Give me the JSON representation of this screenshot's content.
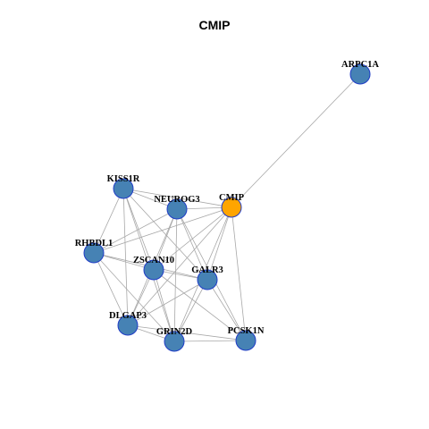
{
  "title": "CMIP",
  "colors": {
    "default_node": "#4682b4",
    "highlight_node": "#ffa500",
    "node_border": "#1f3cc6",
    "edge": "#a8a8a8"
  },
  "nodes": [
    {
      "id": "ARPC1A",
      "label": "ARPC1A",
      "highlight": false
    },
    {
      "id": "KISS1R",
      "label": "KISS1R",
      "highlight": false
    },
    {
      "id": "NEUROG3",
      "label": "NEUROG3",
      "highlight": false
    },
    {
      "id": "CMIP",
      "label": "CMIP",
      "highlight": true
    },
    {
      "id": "RHBDL1",
      "label": "RHBDL1",
      "highlight": false
    },
    {
      "id": "ZSCAN10",
      "label": "ZSCAN10",
      "highlight": false
    },
    {
      "id": "GALR3",
      "label": "GALR3",
      "highlight": false
    },
    {
      "id": "DLGAP3",
      "label": "DLGAP3",
      "highlight": false
    },
    {
      "id": "GRIN2D",
      "label": "GRIN2D",
      "highlight": false
    },
    {
      "id": "PCSK1N",
      "label": "PCSK1N",
      "highlight": false
    }
  ],
  "edges": [
    [
      "CMIP",
      "ARPC1A"
    ],
    [
      "CMIP",
      "NEUROG3"
    ],
    [
      "CMIP",
      "KISS1R"
    ],
    [
      "CMIP",
      "RHBDL1"
    ],
    [
      "CMIP",
      "ZSCAN10"
    ],
    [
      "CMIP",
      "GALR3"
    ],
    [
      "CMIP",
      "DLGAP3"
    ],
    [
      "CMIP",
      "GRIN2D"
    ],
    [
      "CMIP",
      "PCSK1N"
    ],
    [
      "KISS1R",
      "NEUROG3"
    ],
    [
      "KISS1R",
      "RHBDL1"
    ],
    [
      "KISS1R",
      "ZSCAN10"
    ],
    [
      "KISS1R",
      "GALR3"
    ],
    [
      "KISS1R",
      "DLGAP3"
    ],
    [
      "KISS1R",
      "GRIN2D"
    ],
    [
      "NEUROG3",
      "RHBDL1"
    ],
    [
      "NEUROG3",
      "ZSCAN10"
    ],
    [
      "NEUROG3",
      "GALR3"
    ],
    [
      "NEUROG3",
      "DLGAP3"
    ],
    [
      "NEUROG3",
      "GRIN2D"
    ],
    [
      "NEUROG3",
      "PCSK1N"
    ],
    [
      "RHBDL1",
      "ZSCAN10"
    ],
    [
      "RHBDL1",
      "GALR3"
    ],
    [
      "RHBDL1",
      "DLGAP3"
    ],
    [
      "RHBDL1",
      "GRIN2D"
    ],
    [
      "ZSCAN10",
      "GALR3"
    ],
    [
      "ZSCAN10",
      "DLGAP3"
    ],
    [
      "ZSCAN10",
      "GRIN2D"
    ],
    [
      "ZSCAN10",
      "PCSK1N"
    ],
    [
      "GALR3",
      "DLGAP3"
    ],
    [
      "GALR3",
      "GRIN2D"
    ],
    [
      "GALR3",
      "PCSK1N"
    ],
    [
      "DLGAP3",
      "GRIN2D"
    ],
    [
      "DLGAP3",
      "PCSK1N"
    ],
    [
      "GRIN2D",
      "PCSK1N"
    ]
  ]
}
